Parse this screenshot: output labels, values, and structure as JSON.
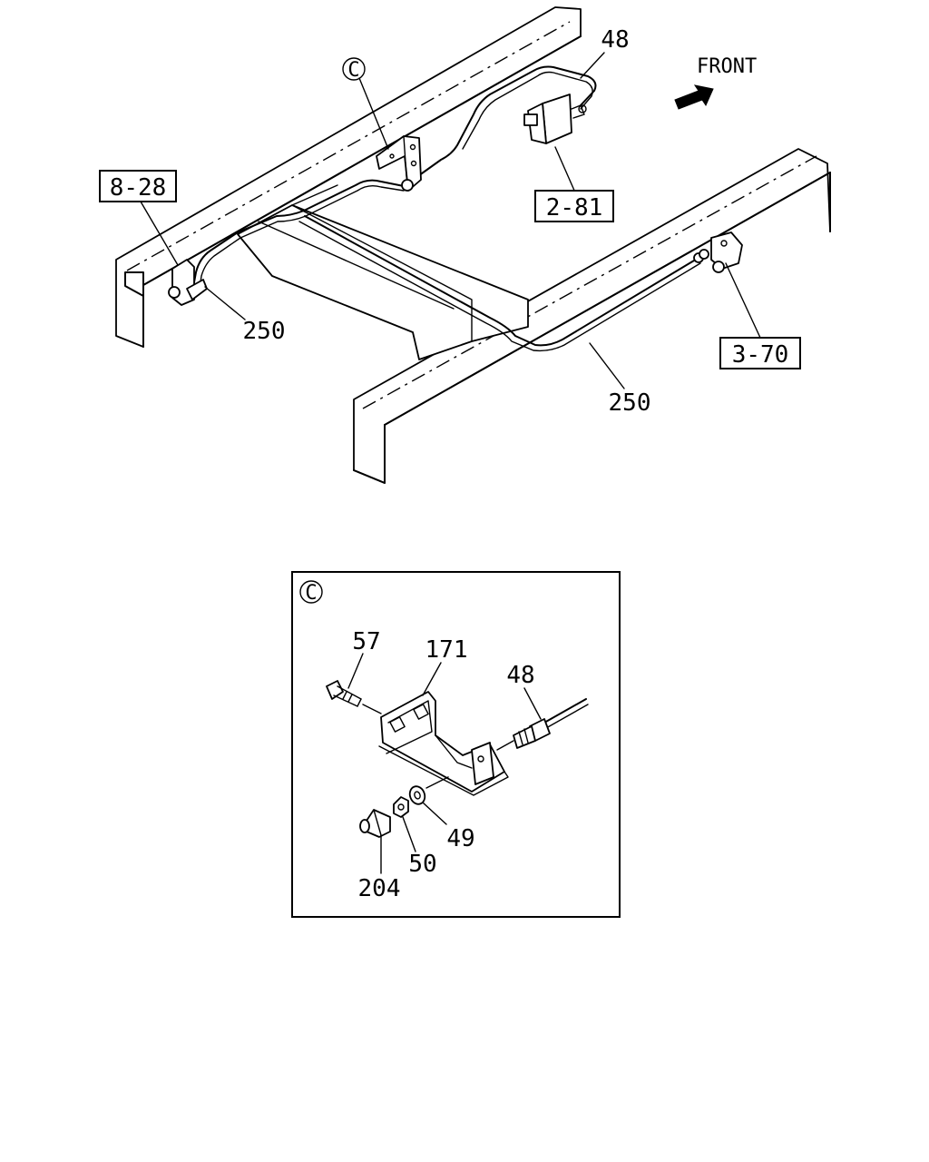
{
  "diagram": {
    "front_label": "FRONT",
    "detail_marker": "C",
    "callouts": {
      "boxed_8_28": "8-28",
      "boxed_2_81": "2-81",
      "boxed_3_70": "3-70",
      "part_48_top": "48",
      "part_250_left": "250",
      "part_250_right": "250"
    },
    "detail": {
      "marker": "C",
      "part_57": "57",
      "part_171": "171",
      "part_48": "48",
      "part_49": "49",
      "part_50": "50",
      "part_204": "204"
    }
  }
}
